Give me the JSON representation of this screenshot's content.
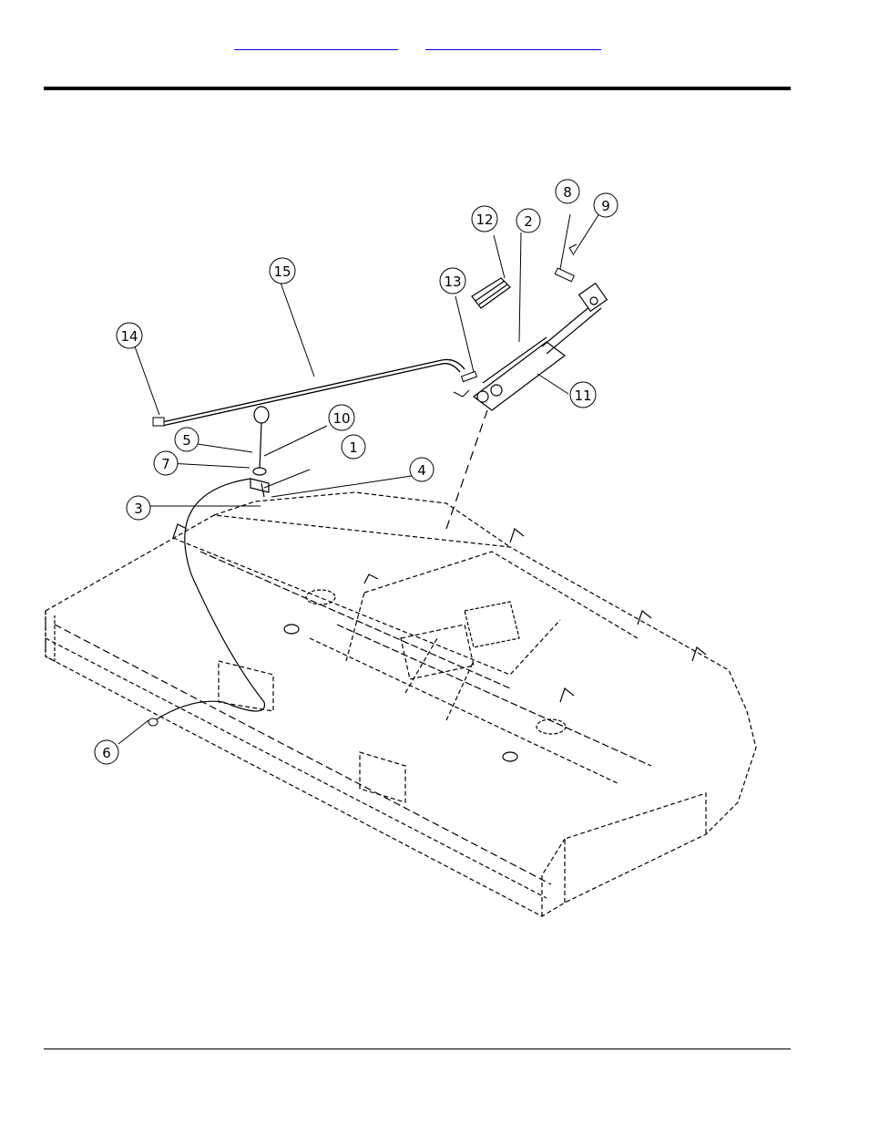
{
  "header": {
    "link_a": "",
    "link_b": ""
  },
  "diagram": {
    "callouts": [
      "1",
      "2",
      "3",
      "4",
      "5",
      "6",
      "7",
      "8",
      "9",
      "10",
      "11",
      "12",
      "13",
      "14",
      "15"
    ]
  }
}
